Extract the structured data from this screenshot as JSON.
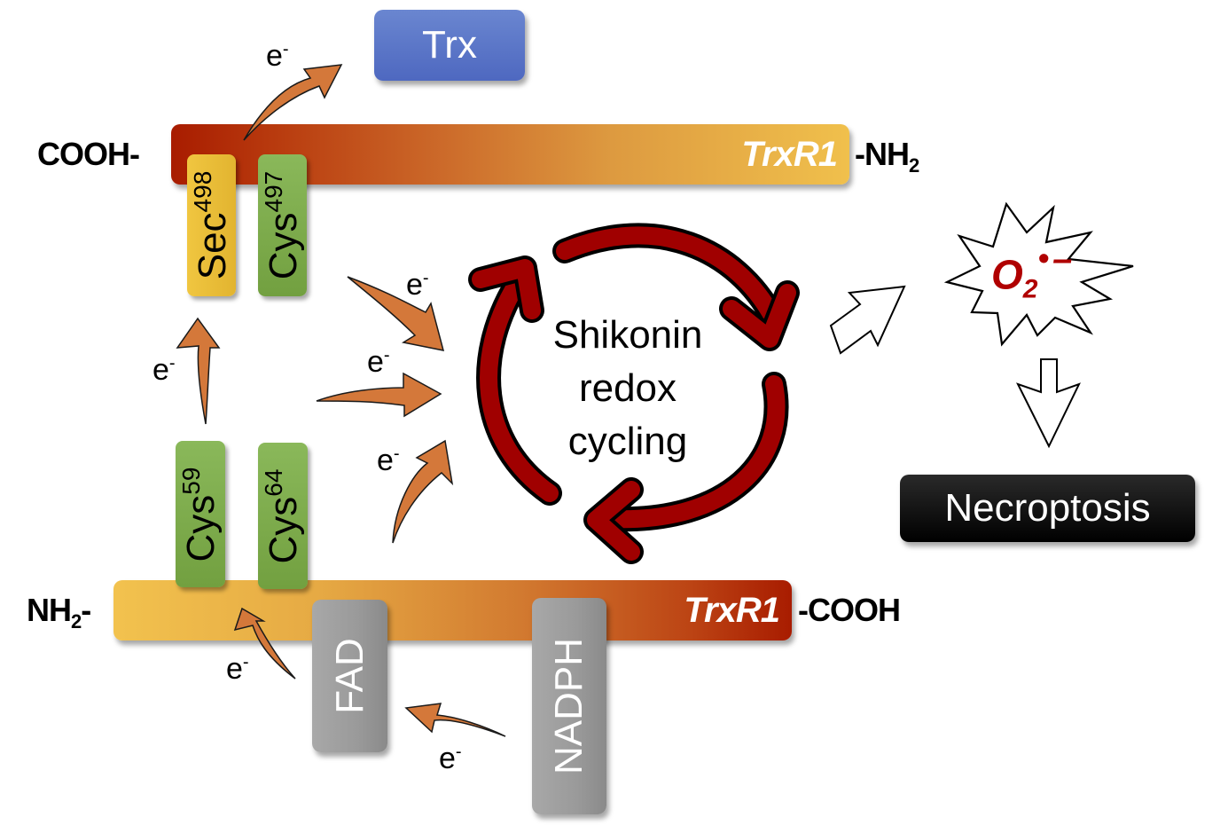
{
  "figure": {
    "top_enzyme": {
      "label": "TrxR1",
      "left_terminus": "COOH-",
      "right_terminus_main": "-NH",
      "right_terminus_sub": "2",
      "residues": [
        {
          "name": "Sec",
          "number": "498",
          "color": "#f0c640"
        },
        {
          "name": "Cys",
          "number": "497",
          "color": "#7eac4c"
        }
      ]
    },
    "bottom_enzyme": {
      "label": "TrxR1",
      "left_terminus_main": "NH",
      "left_terminus_sub": "2",
      "left_terminus_suffix": "-",
      "right_terminus": "-COOH",
      "residues": [
        {
          "name": "Cys",
          "number": "59",
          "color": "#7eac4c"
        },
        {
          "name": "Cys",
          "number": "64",
          "color": "#7eac4c"
        }
      ],
      "cofactors": [
        "FAD",
        "NADPH"
      ]
    },
    "trx_box": {
      "label": "Trx",
      "color": "#5570c4"
    },
    "center": {
      "line1": "Shikonin",
      "line2": "redox",
      "line3": "cycling"
    },
    "electron_label": {
      "base": "e",
      "charge": "-"
    },
    "superoxide": {
      "main": "O",
      "sub": "2",
      "radical": "•",
      "charge": "–",
      "color": "#b00000"
    },
    "outcome_box": {
      "label": "Necroptosis"
    },
    "colors": {
      "electron_arrow": "#d4783a",
      "cycle_arrow": "#a00000",
      "bar_dark": "#a81c00",
      "bar_light": "#f0c04c"
    }
  }
}
